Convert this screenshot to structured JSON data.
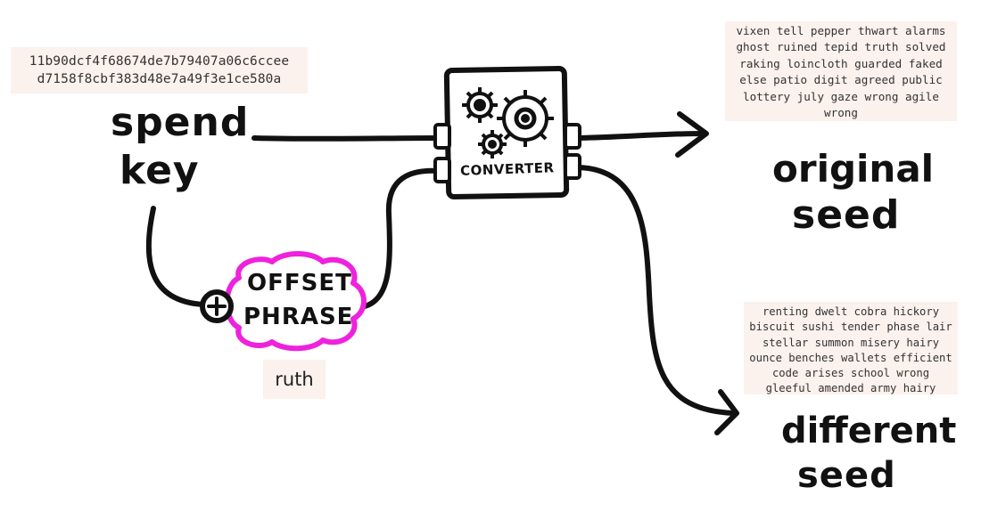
{
  "spend_key": {
    "hex_lines": [
      "11b90dcf4f68674de7b79407a06c6ccee",
      "d7158f8cbf383d48e7a49f3e1ce580a"
    ],
    "label_line1": "spend",
    "label_line2": "key"
  },
  "converter": {
    "label": "CONVERTER"
  },
  "offset": {
    "label_line1": "OFFSET",
    "label_line2": "PHRASE",
    "value": "ruth"
  },
  "original_seed": {
    "words_lines": [
      "vixen tell pepper thwart alarms",
      "ghost ruined tepid truth solved",
      "raking loincloth guarded faked",
      "else patio digit agreed public",
      "lottery july gaze wrong agile",
      "wrong"
    ],
    "label_line1": "original",
    "label_line2": "seed"
  },
  "different_seed": {
    "words_lines": [
      "renting dwelt cobra hickory",
      "biscuit sushi tender phase lair",
      "stellar summon misery hairy",
      "ounce benches wallets efficient",
      "code arises school wrong",
      "gleeful amended army hairy"
    ],
    "label_line1": "different",
    "label_line2": "seed"
  },
  "colors": {
    "ink": "#111111",
    "offset_outline": "#ee22dd",
    "box_background": "#fbf1ed"
  }
}
